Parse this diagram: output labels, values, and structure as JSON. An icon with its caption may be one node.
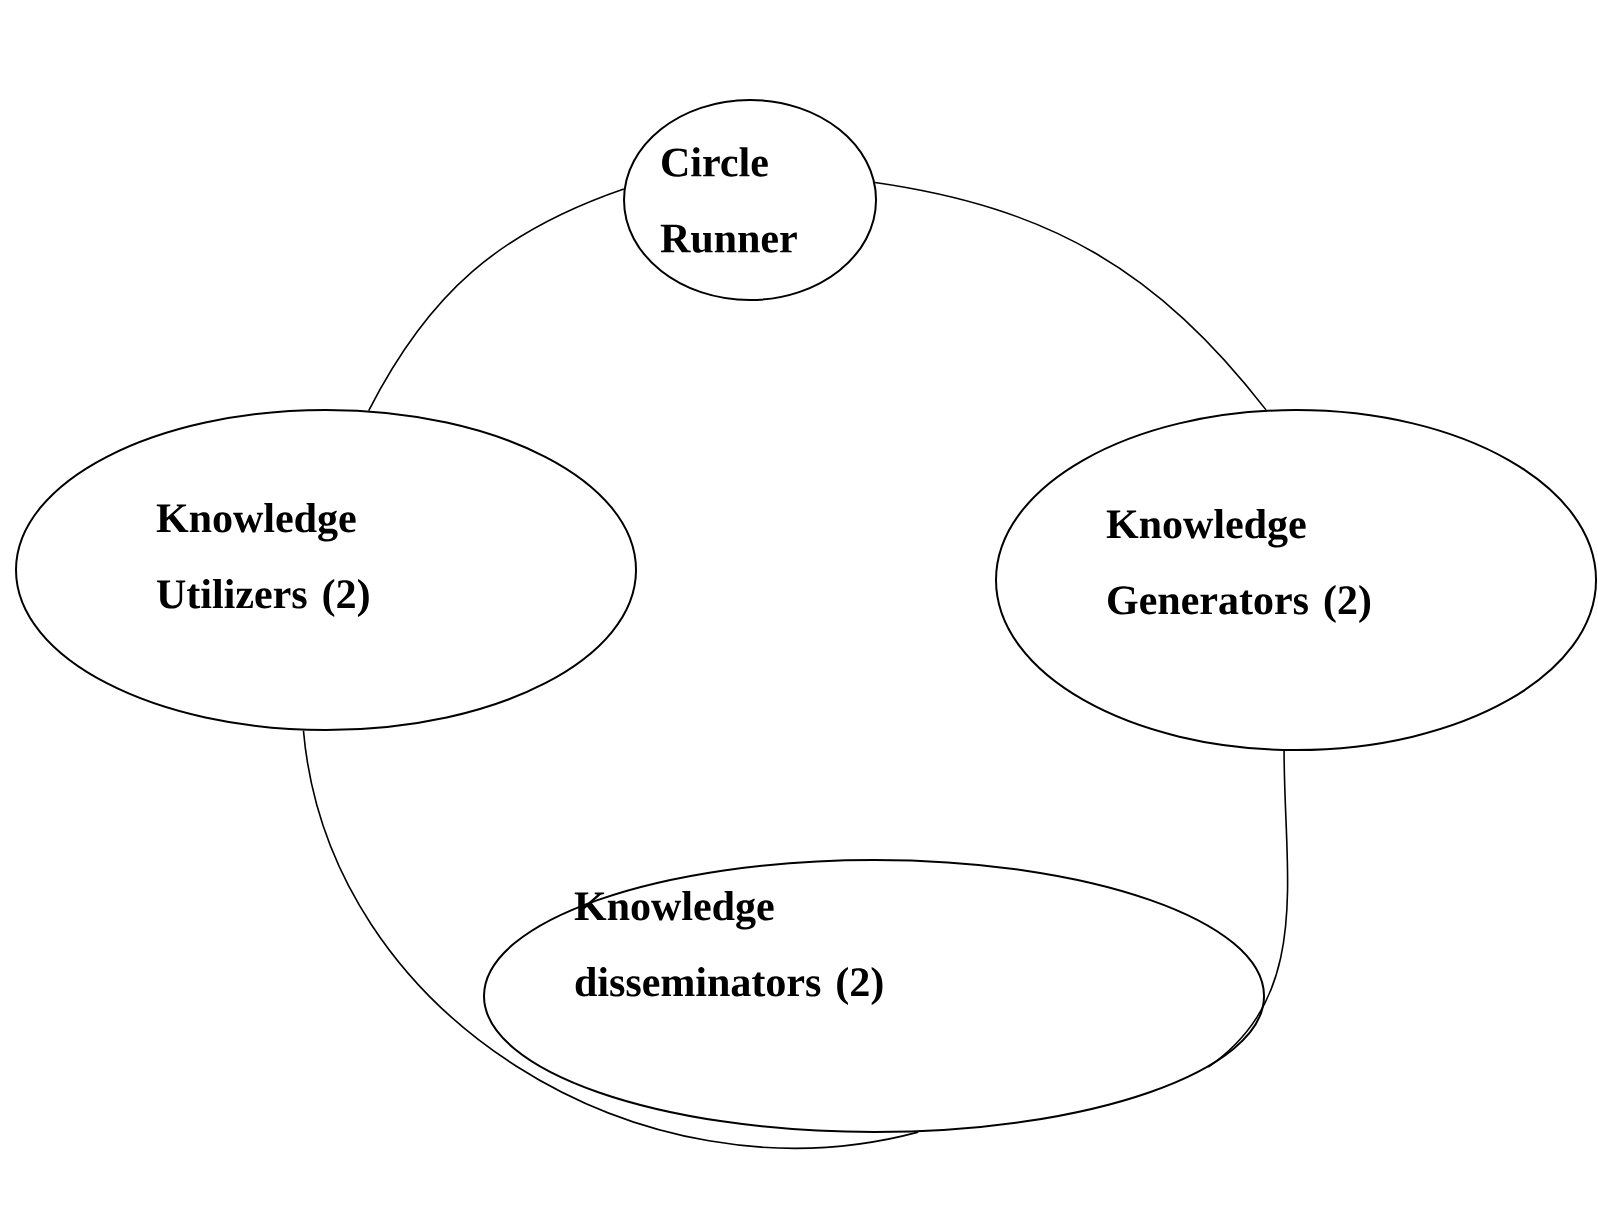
{
  "diagram": {
    "nodes": [
      {
        "text": [
          "Circle Runner"
        ]
      },
      {
        "text": [
          "Knowledge Utilizers (2)"
        ]
      },
      {
        "text": [
          "Knowledge Generators (2)"
        ]
      },
      {
        "text": [
          "Knowledge disseminators (2)"
        ]
      }
    ],
    "edges": [
      {
        "from": 0,
        "to": 1,
        "arrow": "none"
      },
      {
        "from": 0,
        "to": 2,
        "arrow": "none"
      },
      {
        "from": 1,
        "to": 3,
        "arrow": "none"
      },
      {
        "from": 2,
        "to": 3,
        "arrow": "none"
      }
    ]
  }
}
